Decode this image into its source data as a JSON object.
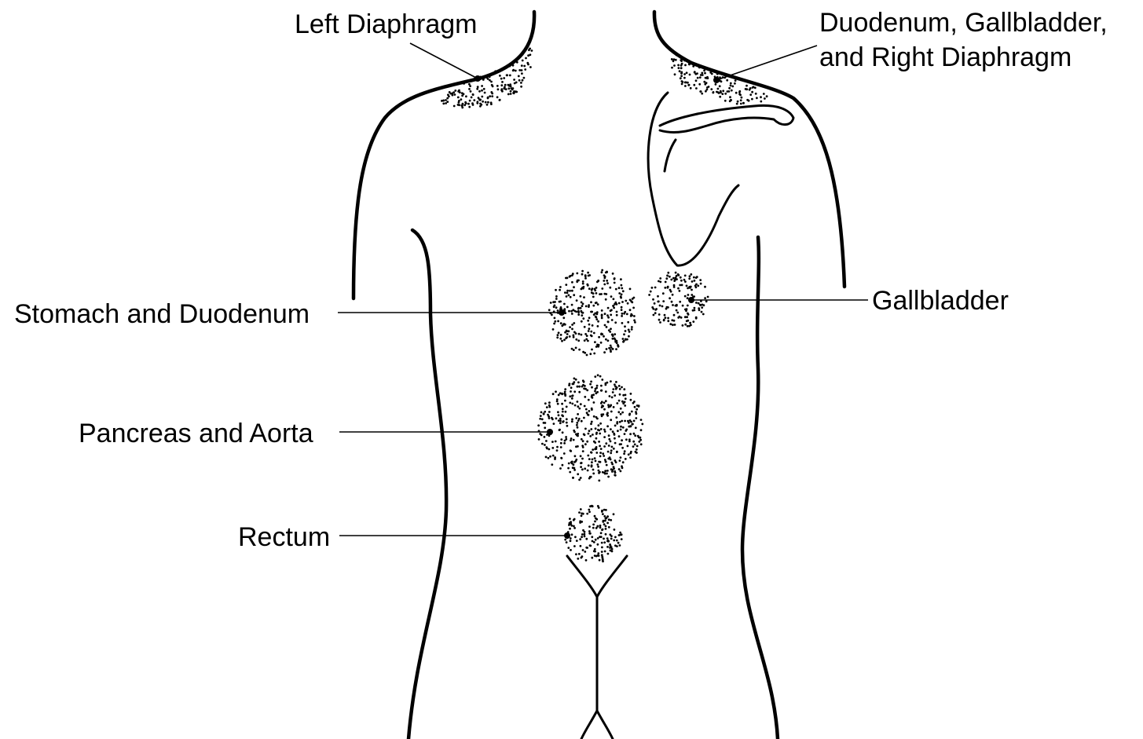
{
  "labels": {
    "left_diaphragm": "Left Diaphragm",
    "duodenum_gallbladder_line1": "Duodenum, Gallbladder,",
    "duodenum_gallbladder_line2": "and Right Diaphragm",
    "stomach_duodenum": "Stomach and Duodenum",
    "gallbladder": "Gallbladder",
    "pancreas_aorta": "Pancreas and Aorta",
    "rectum": "Rectum"
  },
  "colors": {
    "ink": "#000000",
    "background": "#ffffff"
  }
}
